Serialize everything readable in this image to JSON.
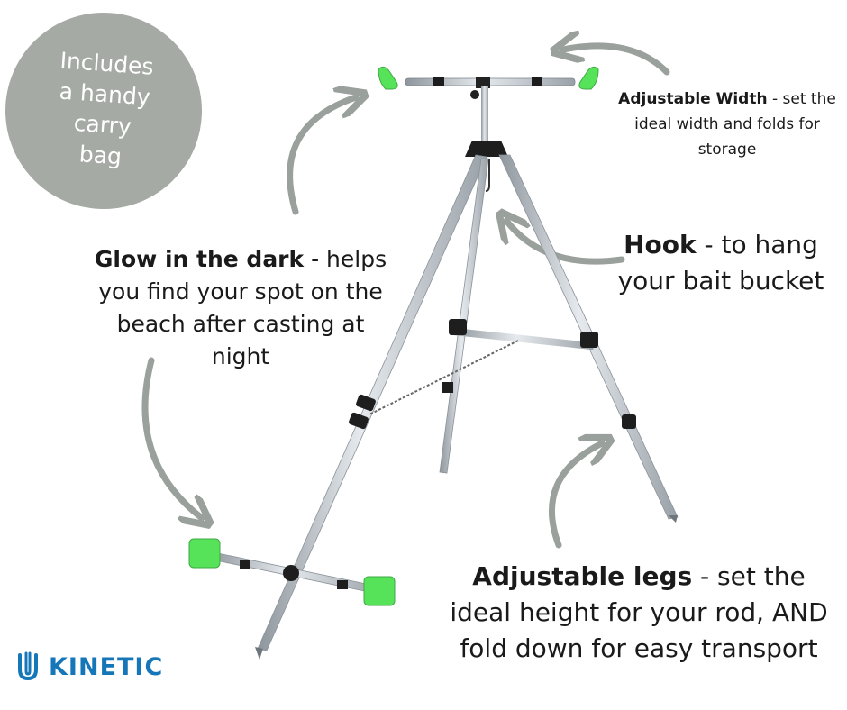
{
  "badge": {
    "lines": [
      "Includes",
      "a handy",
      "carry",
      "bag"
    ]
  },
  "callouts": {
    "width": {
      "bold": "Adjustable Width",
      "rest": " - set the ideal width and folds for storage"
    },
    "hook": {
      "bold": "Hook",
      "rest": " - to hang your bait bucket"
    },
    "glow": {
      "bold": "Glow in the dark",
      "rest": " - helps you find your spot on the beach after casting at night"
    },
    "legs": {
      "bold": "Adjustable legs",
      "rest": " - set the ideal height for your rod, AND fold down for easy transport"
    }
  },
  "logo": {
    "text": "KINETIC",
    "color": "#1577b8"
  },
  "colors": {
    "badge": "#a5aaa4",
    "arrow": "#9aa09b",
    "glow_green": "#56e35a",
    "metal": "#b9c0c6"
  },
  "icons": [
    "tripod-image",
    "curved-arrow-icon",
    "kinetic-logo-icon"
  ]
}
